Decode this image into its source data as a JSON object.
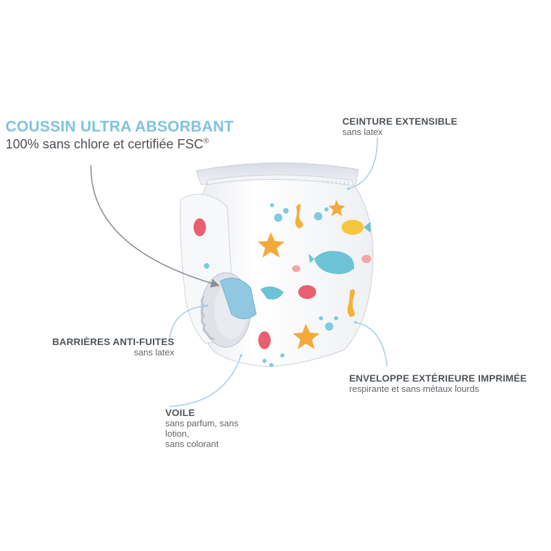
{
  "labels": {
    "coussin": {
      "title": "COUSSIN ULTRA ABSORBANT",
      "subtitle": "100% sans chlore et certifiée FSC",
      "sup": "®"
    },
    "ceinture": {
      "title": "CEINTURE EXTENSIBLE",
      "subtitle": "sans latex"
    },
    "barrieres": {
      "title": "BARRIÈRES ANTI-FUITES",
      "subtitle": "sans latex"
    },
    "enveloppe": {
      "title": "ENVELOPPE EXTÉRIEURE IMPRIMÉE",
      "subtitle": "respirante et sans métaux lourds"
    },
    "voile": {
      "title": "VOILE",
      "line1": "sans parfum, sans",
      "line2": "lotion,",
      "line3": "sans colorant"
    }
  },
  "colors": {
    "accent_blue": "#7fc3dd",
    "text_gray": "#4f5459",
    "arrow_gray": "#8a8e93",
    "callout_blue": "#9fd0e3"
  }
}
